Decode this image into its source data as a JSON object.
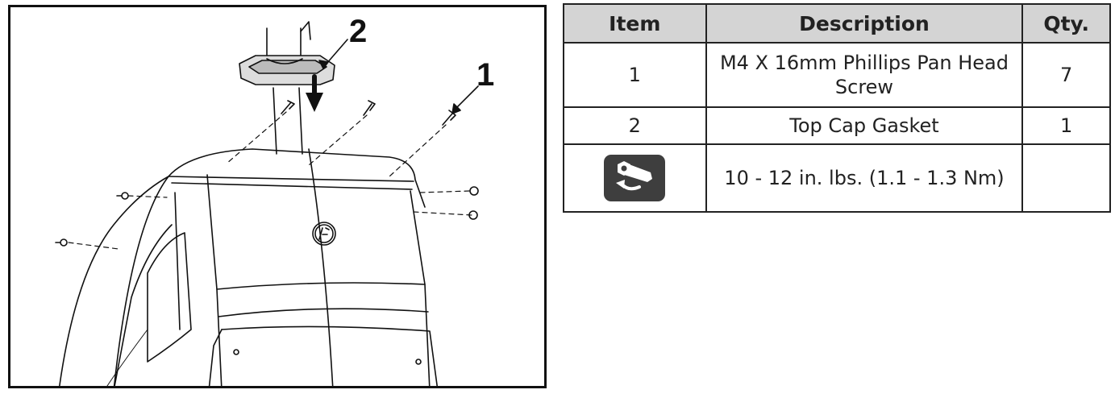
{
  "figure": {
    "callouts": [
      {
        "id": "2",
        "label": "2"
      },
      {
        "id": "1",
        "label": "1"
      }
    ],
    "logo_text": "LF"
  },
  "table": {
    "headers": {
      "item": "Item",
      "description": "Description",
      "qty": "Qty."
    },
    "rows": [
      {
        "item": "1",
        "description": "M4 X 16mm Phillips Pan Head Screw",
        "qty": "7"
      },
      {
        "item": "2",
        "description": "Top Cap Gasket",
        "qty": "1"
      },
      {
        "item_icon": "torque-wrench-icon",
        "description": "10 - 12 in. lbs. (1.1 - 1.3 Nm)",
        "qty": ""
      }
    ]
  },
  "colors": {
    "header_bg": "#d4d4d4",
    "icon_bg": "#3e3e3e",
    "line": "#111111"
  }
}
